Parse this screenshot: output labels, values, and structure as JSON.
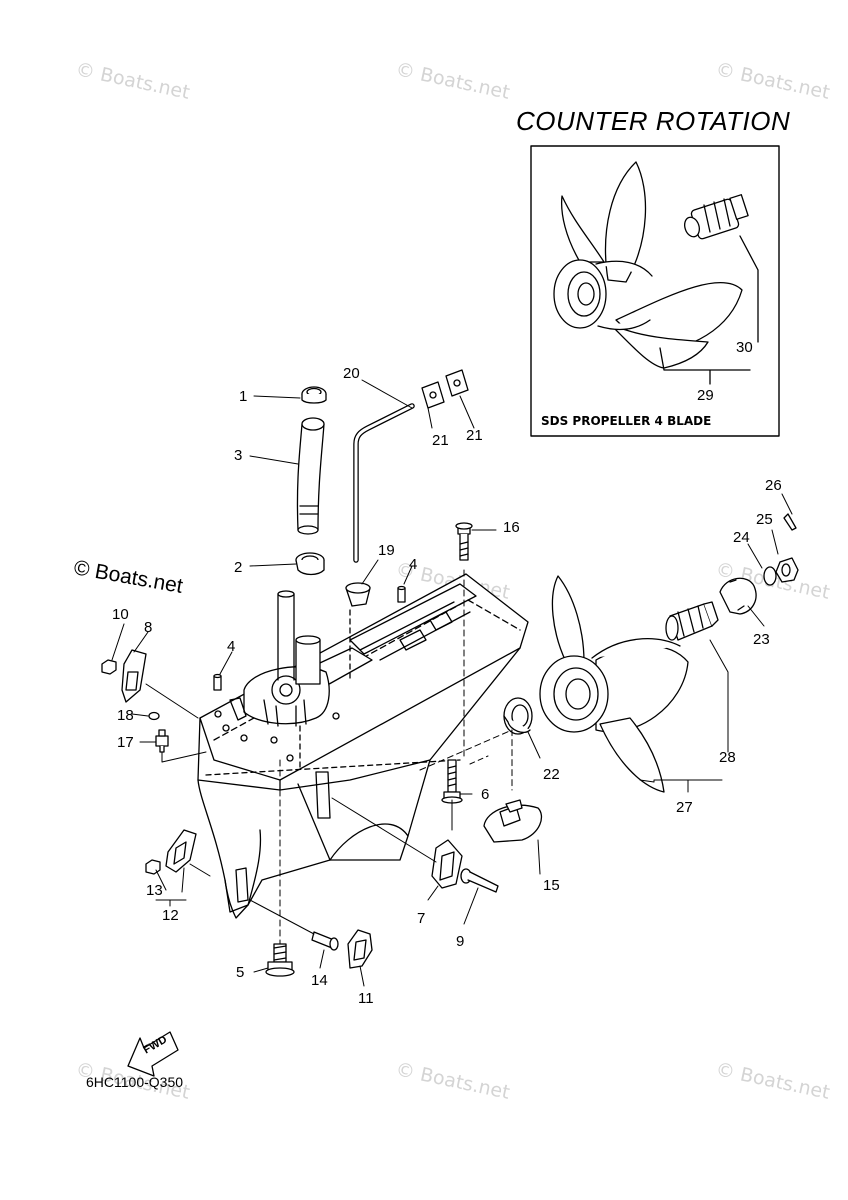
{
  "diagram": {
    "title": "COUNTER ROTATION",
    "inset_caption": "SDS PROPELLER 4 BLADE",
    "copyright": "© Boats.net",
    "drawing_code": "6HC1100-Q350",
    "fwd_label": "FWD",
    "watermark": "© Boats.net"
  },
  "part_numbers": {
    "p1": "1",
    "p2": "2",
    "p3": "3",
    "p4a": "4",
    "p4b": "4",
    "p5": "5",
    "p6": "6",
    "p7": "7",
    "p8": "8",
    "p9": "9",
    "p10": "10",
    "p11": "11",
    "p12": "12",
    "p13": "13",
    "p14": "14",
    "p15": "15",
    "p16": "16",
    "p17": "17",
    "p18": "18",
    "p19": "19",
    "p20": "20",
    "p21a": "21",
    "p21b": "21",
    "p22": "22",
    "p23": "23",
    "p24": "24",
    "p25": "25",
    "p26": "26",
    "p27": "27",
    "p28": "28",
    "p29": "29",
    "p30": "30"
  }
}
